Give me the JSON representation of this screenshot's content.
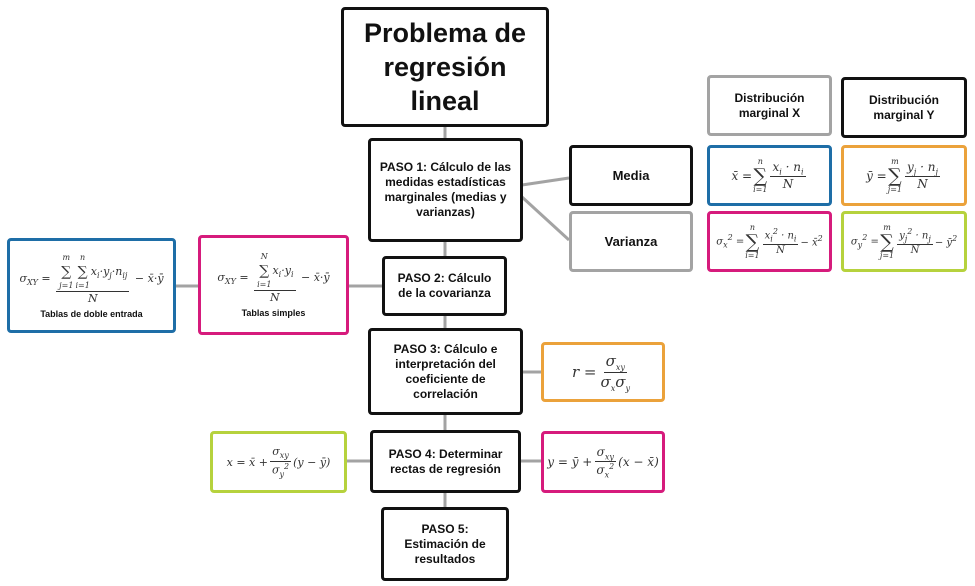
{
  "title": "Problema de regresión lineal",
  "steps": {
    "paso1": "PASO 1: Cálculo de las medidas estadísticas marginales (medias y varianzas)",
    "paso2": "PASO 2: Cálculo de la covarianza",
    "paso3": "PASO 3: Cálculo e interpretación del coeficiente de correlación",
    "paso4": "PASO 4: Determinar rectas de regresión",
    "paso5": "PASO 5: Estimación de resultados"
  },
  "branches": {
    "media": "Media",
    "varianza": "Varianza"
  },
  "headers": {
    "dist_x": "Distribución marginal X",
    "dist_y": "Distribución marginal Y"
  },
  "captions": {
    "doble": "Tablas de doble entrada",
    "simples": "Tablas simples"
  },
  "colors": {
    "black": "#111111",
    "gray": "#a3a3a3",
    "blue": "#1e6ea7",
    "orange": "#eba23b",
    "pink": "#d61b7c",
    "green": "#b6d23d"
  }
}
